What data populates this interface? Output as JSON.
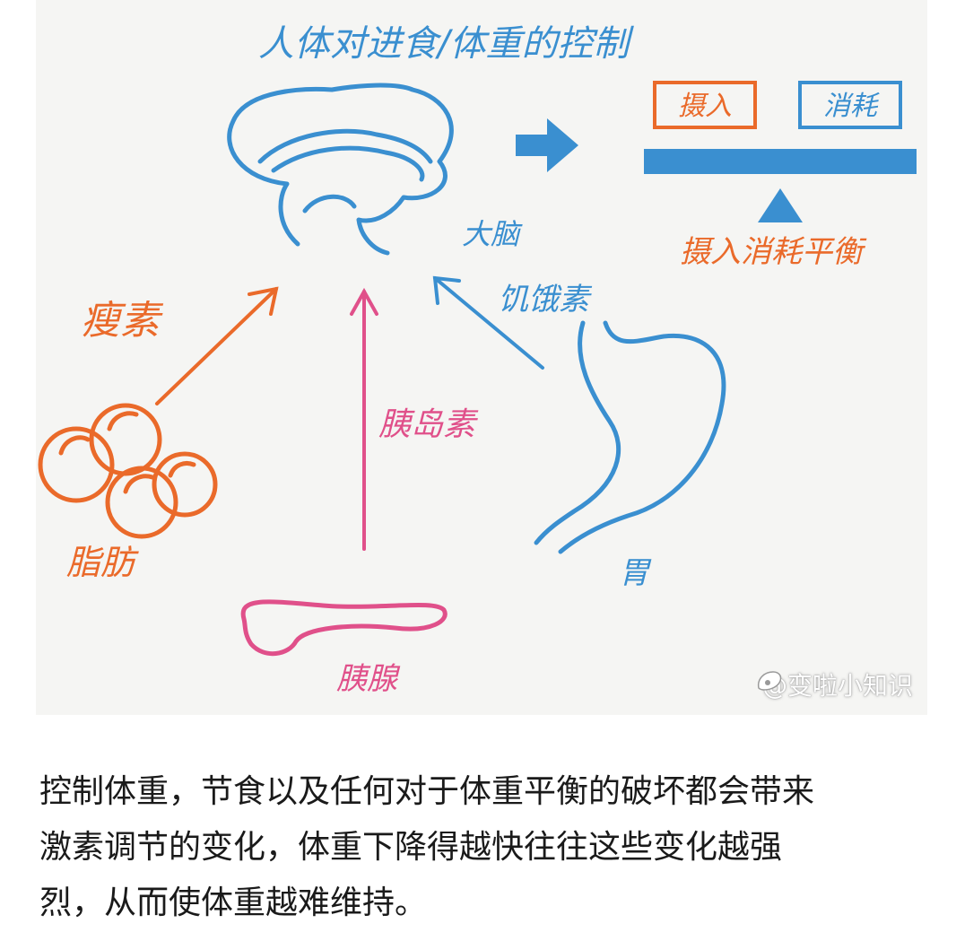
{
  "diagram": {
    "title": "人体对进食/体重的控制",
    "labels": {
      "intake": "摄入",
      "consumption": "消耗",
      "balance": "摄入消耗平衡",
      "brain": "大脑",
      "leptin": "瘦素",
      "fat": "脂肪",
      "insulin": "胰岛素",
      "ghrelin": "饥饿素",
      "stomach": "胃",
      "pancreas": "胰腺"
    },
    "colors": {
      "blue": "#3a8fd0",
      "orange": "#ea6a2a",
      "pink": "#e0508a"
    }
  },
  "watermark": {
    "text": "@变啦小知识"
  },
  "caption": {
    "line1": "控制体重，节食以及任何对于体重平衡的破坏都会带来",
    "line2": "激素调节的变化，体重下降得越快往往这些变化越强",
    "line3": "烈，从而使体重越难维持。"
  }
}
